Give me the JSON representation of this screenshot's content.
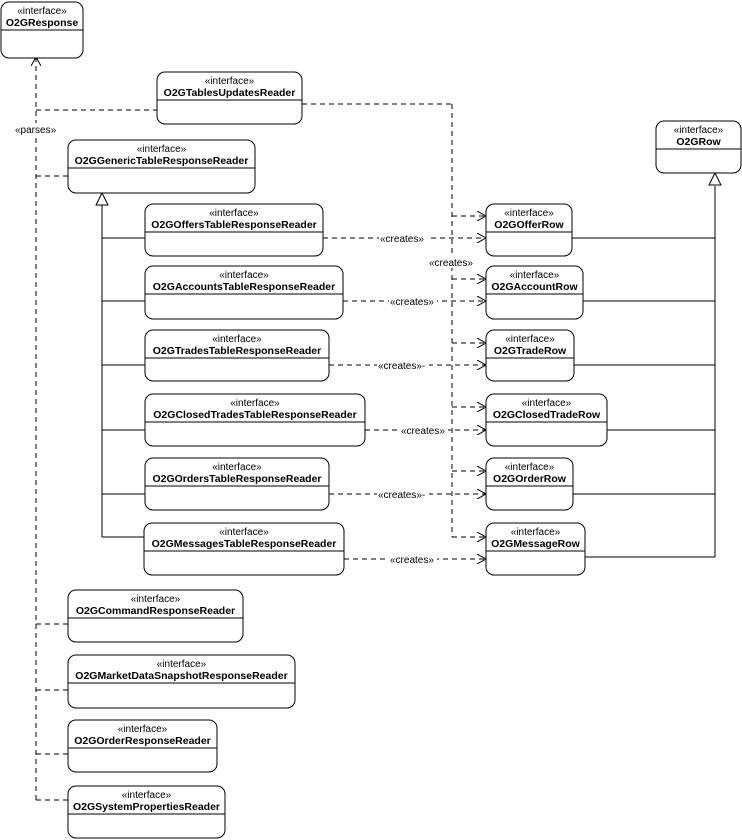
{
  "stereotype": "«interface»",
  "classes": {
    "response": "O2GResponse",
    "tables_updates_reader": "O2GTablesUpdatesReader",
    "generic_table_reader": "O2GGenericTableResponseReader",
    "row": "O2GRow",
    "offers_reader": "O2GOffersTableResponseReader",
    "accounts_reader": "O2GAccountsTableResponseReader",
    "trades_reader": "O2GTradesTableResponseReader",
    "closed_trades_reader": "O2GClosedTradesTableResponseReader",
    "orders_reader": "O2GOrdersTableResponseReader",
    "messages_reader": "O2GMessagesTableResponseReader",
    "offer_row": "O2GOfferRow",
    "account_row": "O2GAccountRow",
    "trade_row": "O2GTradeRow",
    "closed_trade_row": "O2GClosedTradeRow",
    "order_row": "O2GOrderRow",
    "message_row": "O2GMessageRow",
    "command_reader": "O2GCommandResponseReader",
    "market_snapshot_reader": "O2GMarketDataSnapshotResponseReader",
    "order_response_reader": "O2GOrderResponseReader",
    "system_properties_reader": "O2GSystemPropertiesReader"
  },
  "labels": {
    "parses": "«parses»",
    "creates": "«creates»",
    "creates_dash": "«creates»-"
  }
}
